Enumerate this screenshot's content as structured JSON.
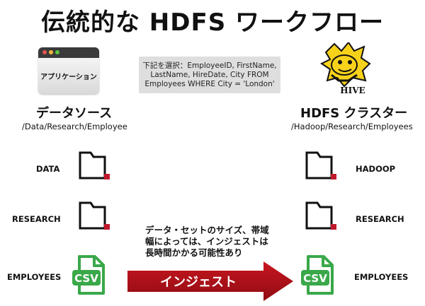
{
  "title": "伝統的な HDFS ワークフロー",
  "source": {
    "app_label": "アプリケーション",
    "title": "データソース",
    "path": "/Data/Research/Employee",
    "folders": [
      "DATA",
      "RESEARCH"
    ],
    "file_label": "EMPLOYEES",
    "file_type": "CSV"
  },
  "query": {
    "lines": [
      "下記を選択：EmployeeID, FirstName,",
      "LastName, HireDate, City FROM",
      "Employees WHERE City = 'London'"
    ]
  },
  "destination": {
    "logo_text": "HIVE",
    "title": "HDFS クラスター",
    "path": "/Hadoop/Research/Employees",
    "folders": [
      "HADOOP",
      "RESEARCH"
    ],
    "file_label": "EMPLOYEES",
    "file_type": "CSV"
  },
  "note": {
    "lines": [
      "データ・セットのサイズ、帯域",
      "幅によっては、インジェストは",
      "長時間かかる可能性あり"
    ]
  },
  "arrow_label": "インジェスト",
  "colors": {
    "folder_accent": "#c0192e",
    "csv_green": "#3aa84a",
    "arrow_red": "#b5121b",
    "hive_yellow": "#f7d21a"
  }
}
